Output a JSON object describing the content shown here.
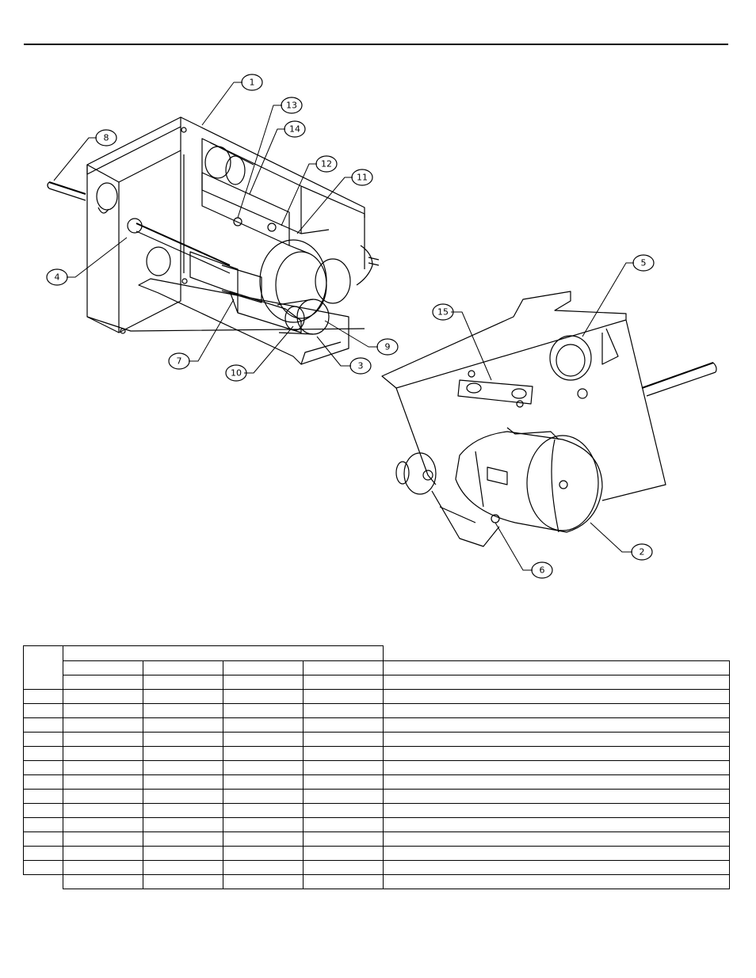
{
  "callouts": [
    {
      "id": "callout-1",
      "label": "1"
    },
    {
      "id": "callout-2",
      "label": "2"
    },
    {
      "id": "callout-3",
      "label": "3"
    },
    {
      "id": "callout-4",
      "label": "4"
    },
    {
      "id": "callout-5",
      "label": "5"
    },
    {
      "id": "callout-6",
      "label": "6"
    },
    {
      "id": "callout-7",
      "label": "7"
    },
    {
      "id": "callout-8",
      "label": "8"
    },
    {
      "id": "callout-9",
      "label": "9"
    },
    {
      "id": "callout-10",
      "label": "10"
    },
    {
      "id": "callout-11",
      "label": "11"
    },
    {
      "id": "callout-12",
      "label": "12"
    },
    {
      "id": "callout-13",
      "label": "13"
    },
    {
      "id": "callout-14",
      "label": "14"
    },
    {
      "id": "callout-15",
      "label": "15"
    }
  ],
  "parts_table": {
    "rows": 15
  }
}
